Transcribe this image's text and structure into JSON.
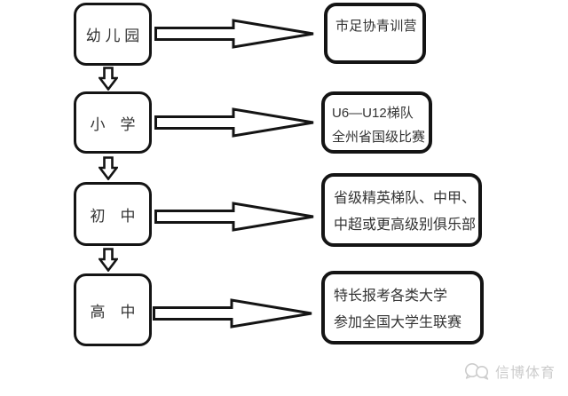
{
  "flowchart": {
    "title_hint": "football youth development pathway by school stage",
    "stages": [
      {
        "label": "幼 儿 园"
      },
      {
        "label": "小　学"
      },
      {
        "label": "初　中"
      },
      {
        "label": "高　中"
      }
    ],
    "outcomes": [
      {
        "line1": "市足协青训营"
      },
      {
        "line1": "U6—U12梯队",
        "line2": "全州省国级比赛"
      },
      {
        "line1": "省级精英梯队、中甲、",
        "line2": "中超或更高级别俱乐部"
      },
      {
        "line1": "特长报考各类大学",
        "line2": "参加全国大学生联赛"
      }
    ]
  },
  "watermark": {
    "text": "信博体育",
    "icon": "chat-bubbles-icon"
  },
  "colors": {
    "line": "#141414",
    "background": "#ffffff",
    "text": "#333333",
    "watermark": "#cccccc"
  }
}
